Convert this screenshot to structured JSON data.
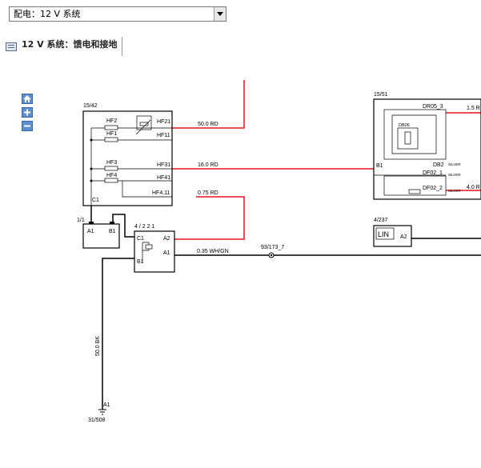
{
  "selector": {
    "value": "配电：12 V 系统"
  },
  "header": {
    "title": "12 V 系统：馈电和接地"
  },
  "toolbar": {
    "home_icon": "home-icon",
    "zoom_in_icon": "plus-icon",
    "zoom_out_icon": "minus-icon"
  },
  "colors": {
    "red_wire": "#e8141e",
    "black_wire": "#000000"
  },
  "diagram": {
    "fuse_box": {
      "ref": "15/42",
      "connector": "C1",
      "fuses": [
        "HF2",
        "HF1",
        "HF3",
        "HF4"
      ],
      "pins": [
        "HF21",
        "HF11",
        "HF31",
        "HF41",
        "HF4.11"
      ]
    },
    "wires": {
      "w1": "50.0 RD",
      "w2": "16.0 RD",
      "w3": "0.75 RD",
      "w4": "0.35 WH/GN",
      "w5": "50.0 BK",
      "w6": "1.5 R",
      "w7": "4.0 R"
    },
    "battery": {
      "ref": "1/1",
      "a1": "A1",
      "b1": "B1"
    },
    "relay": {
      "ref": "4 / 2 2 1",
      "c1": "C1",
      "a2": "A2",
      "a1": "A1",
      "b1": "B1"
    },
    "splice": {
      "ref": "93/173_7"
    },
    "module": {
      "ref": "15/51",
      "b1": "B1",
      "dr05": "DR05_3",
      "db06": "DB06",
      "db2": "DB2",
      "df02_1": "DF02_1",
      "df02_2": "DF02_2",
      "silver1": "SILVER",
      "silver2": "SILVER",
      "silver3": "SILVER"
    },
    "lin_node": {
      "ref": "4/237",
      "label": "LIN",
      "pin": "A2"
    },
    "ground": {
      "pin": "A1",
      "ref": "31/508"
    }
  }
}
